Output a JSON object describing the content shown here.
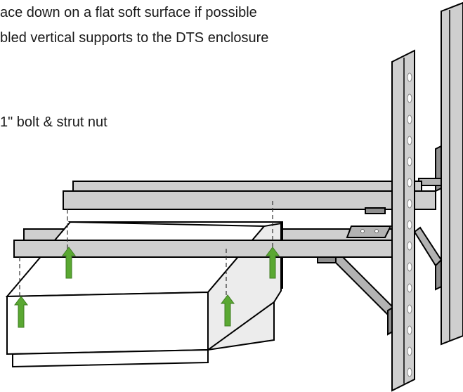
{
  "instructions": {
    "line1": "ace down on a flat soft surface if possible",
    "line2": "bled vertical supports to the DTS enclosure",
    "line3": "1\" bolt & strut nut"
  },
  "colors": {
    "steel": "#cfcfcf",
    "steel_dark": "#8f8f8f",
    "arrow": "#5aa832",
    "arrow_dark": "#3f7d22"
  },
  "icons": {
    "arrow": "up-arrow-icon"
  }
}
